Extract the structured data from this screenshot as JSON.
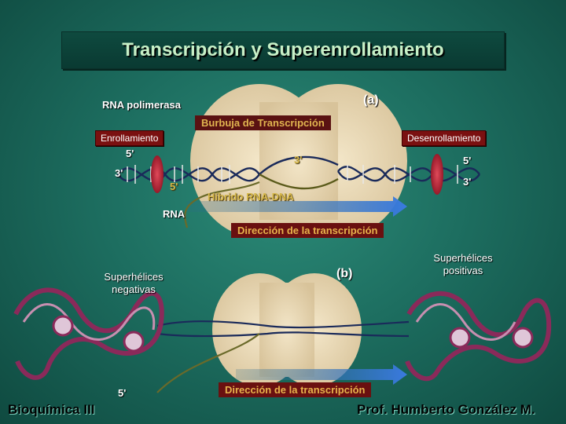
{
  "title": "Transcripción y Superenrollamiento",
  "panel_a": {
    "label": "(a)",
    "rna_polimerasa": "RNA polimerasa",
    "burbuja": "Burbuja de Transcripción",
    "enrollamiento": "Enrollamiento",
    "desenrollamiento": "Desenrollamiento",
    "five_prime_left": "5'",
    "three_prime_left": "3'",
    "three_prime_mid": "3'",
    "five_prime_right": "5'",
    "three_prime_right": "3'",
    "five_prime_rna": "5'",
    "hibrido": "Híbrido RNA-DNA",
    "rna": "RNA",
    "direccion": "Dirección de la transcripción"
  },
  "panel_b": {
    "label": "(b)",
    "negativas": "Superhélices negativas",
    "positivas": "Superhélices positivas",
    "five_prime": "5'",
    "direccion": "Dirección de la transcripción"
  },
  "footer": {
    "left": "Bioquímica III",
    "right": "Prof. Humberto González M."
  },
  "colors": {
    "background": "#1d6e60",
    "polymerase": "#e9d8b4",
    "dna_strand": "#1a2a5a",
    "rna_strand": "#5a5a1a",
    "arrow": "#3e78d8",
    "tag": "#7a1010"
  }
}
